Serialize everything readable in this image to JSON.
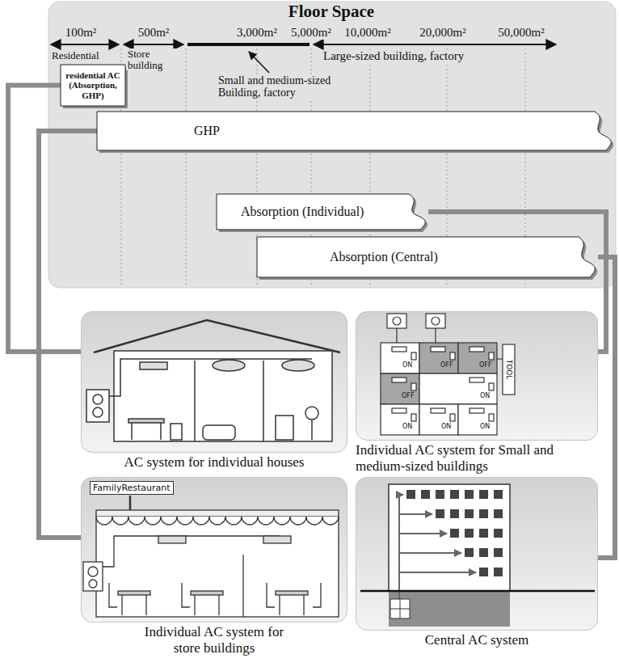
{
  "diagram": {
    "title": "Floor Space",
    "nodes": [
      {
        "text": [
          "residential AC (Absorption, GHP)"
        ]
      },
      {
        "text": [
          "GHP"
        ]
      },
      {
        "text": [
          "Absorption (Individual)"
        ]
      },
      {
        "text": [
          "Absorption (Central)"
        ]
      },
      {
        "text": [
          "AC system for individual houses"
        ]
      },
      {
        "text": [
          "Individual AC system for Small and medium-sized buildings"
        ]
      },
      {
        "text": [
          "Individual AC system for store buildings"
        ]
      },
      {
        "text": [
          "Central AC system"
        ]
      }
    ],
    "edges": [
      {
        "from": 0,
        "to": 4,
        "arrow": "none"
      },
      {
        "from": 1,
        "to": 6,
        "arrow": "none"
      },
      {
        "from": 2,
        "to": 5,
        "arrow": "none"
      },
      {
        "from": 3,
        "to": 7,
        "arrow": "none"
      }
    ],
    "labels": [
      "100m²",
      "500m²",
      "3,000m²",
      "5,000m²",
      "10,000m²",
      "20,000m²",
      "50,000m²",
      "Residential",
      "Store building",
      "Small and medium-sized Building, factory",
      "Large-sized building, factory",
      "TOOL",
      "ON",
      "OFF",
      "OFF",
      "OFF",
      "ON",
      "ON",
      "ON",
      "ON",
      "FamilyRestaurant"
    ]
  }
}
